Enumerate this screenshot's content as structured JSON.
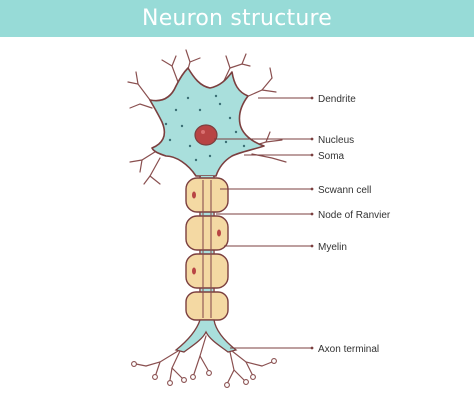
{
  "title": "Neuron structure",
  "labels": {
    "dendrite": "Dendrite",
    "nucleus": "Nucleus",
    "soma": "Soma",
    "schwann": "Scwann cell",
    "node": "Node of Ranvier",
    "myelin": "Myelin",
    "axon_terminal": "Axon terminal"
  },
  "colors": {
    "banner": "#97dbd7",
    "cell_body": "#a9dfdc",
    "nucleus": "#b84444",
    "myelin": "#f4d9a3",
    "outline": "#7b3f3f",
    "branches": "#8a5050"
  }
}
